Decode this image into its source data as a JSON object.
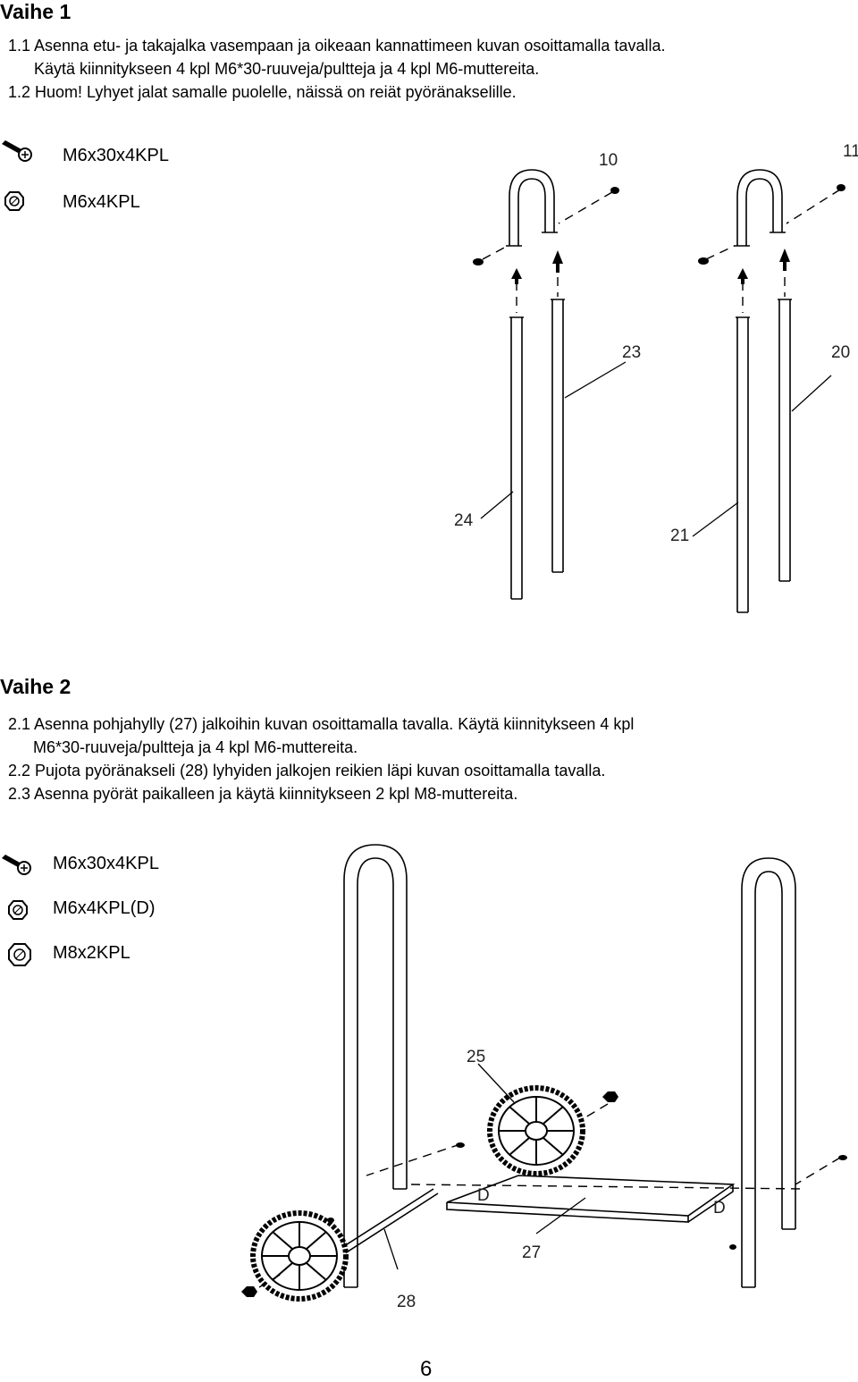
{
  "step1": {
    "title": "Vaihe 1",
    "lines": [
      "1.1 Asenna etu- ja takajalka vasempaan ja oikeaan kannattimeen kuvan osoittamalla tavalla.",
      "Käytä kiinnitykseen 4 kpl M6*30-ruuveja/pultteja ja 4 kpl M6-muttereita.",
      "1.2 Huom! Lyhyet jalat samalle puolelle, näissä on reiät pyöränakselille."
    ],
    "hardware": [
      {
        "icon": "bolt-icon",
        "label": "M6x30x4KPL"
      },
      {
        "icon": "nut-icon",
        "label": "M6x4KPL"
      }
    ],
    "parts": {
      "p10": "10",
      "p11": "11",
      "p23": "23",
      "p20": "20",
      "p24": "24",
      "p21": "21"
    }
  },
  "step2": {
    "title": "Vaihe 2",
    "lines": [
      "2.1 Asenna pohjahylly (27) jalkoihin kuvan osoittamalla tavalla. Käytä kiinnitykseen 4 kpl",
      "M6*30-ruuveja/pultteja ja 4 kpl M6-muttereita.",
      "2.2 Pujota pyöränakseli (28) lyhyiden jalkojen reikien läpi kuvan osoittamalla tavalla.",
      "2.3 Asenna pyörät paikalleen ja käytä kiinnitykseen 2 kpl M8-muttereita."
    ],
    "hardware": [
      {
        "icon": "bolt-icon",
        "label": "M6x30x4KPL"
      },
      {
        "icon": "nut-icon",
        "label": "M6x4KPL(D)"
      },
      {
        "icon": "nut-icon",
        "label": "M8x2KPL"
      }
    ],
    "parts": {
      "p25": "25",
      "p27": "27",
      "p28": "28",
      "d1": "D",
      "d2": "D"
    }
  },
  "page_number": "6"
}
